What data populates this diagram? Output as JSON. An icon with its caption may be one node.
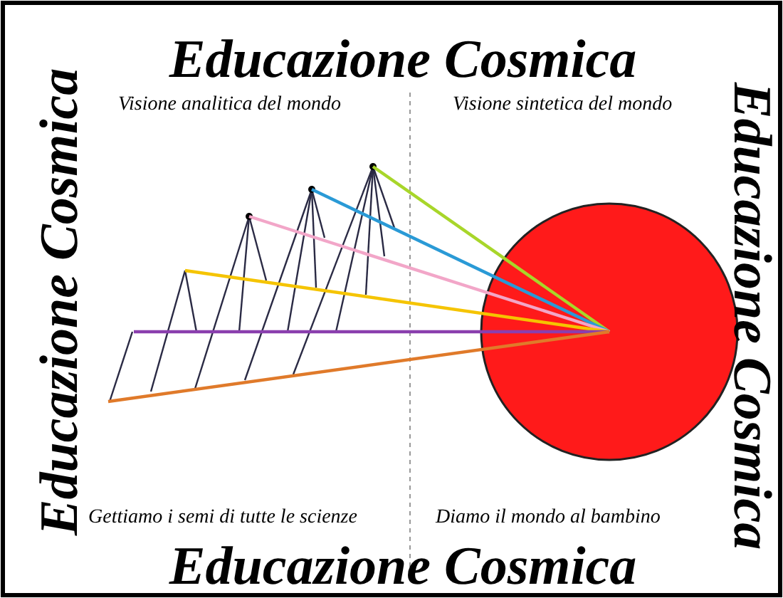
{
  "diagram": {
    "title": "Educazione Cosmica",
    "labels": [
      "Educazione Cosmica",
      "Visione analitica del mondo",
      "Visione sintetica del mondo",
      "Educazione Cosmica",
      "Gettiamo i semi di tutte le scienze",
      "Diamo il mondo al bambino",
      "Educazione Cosmica"
    ]
  }
}
